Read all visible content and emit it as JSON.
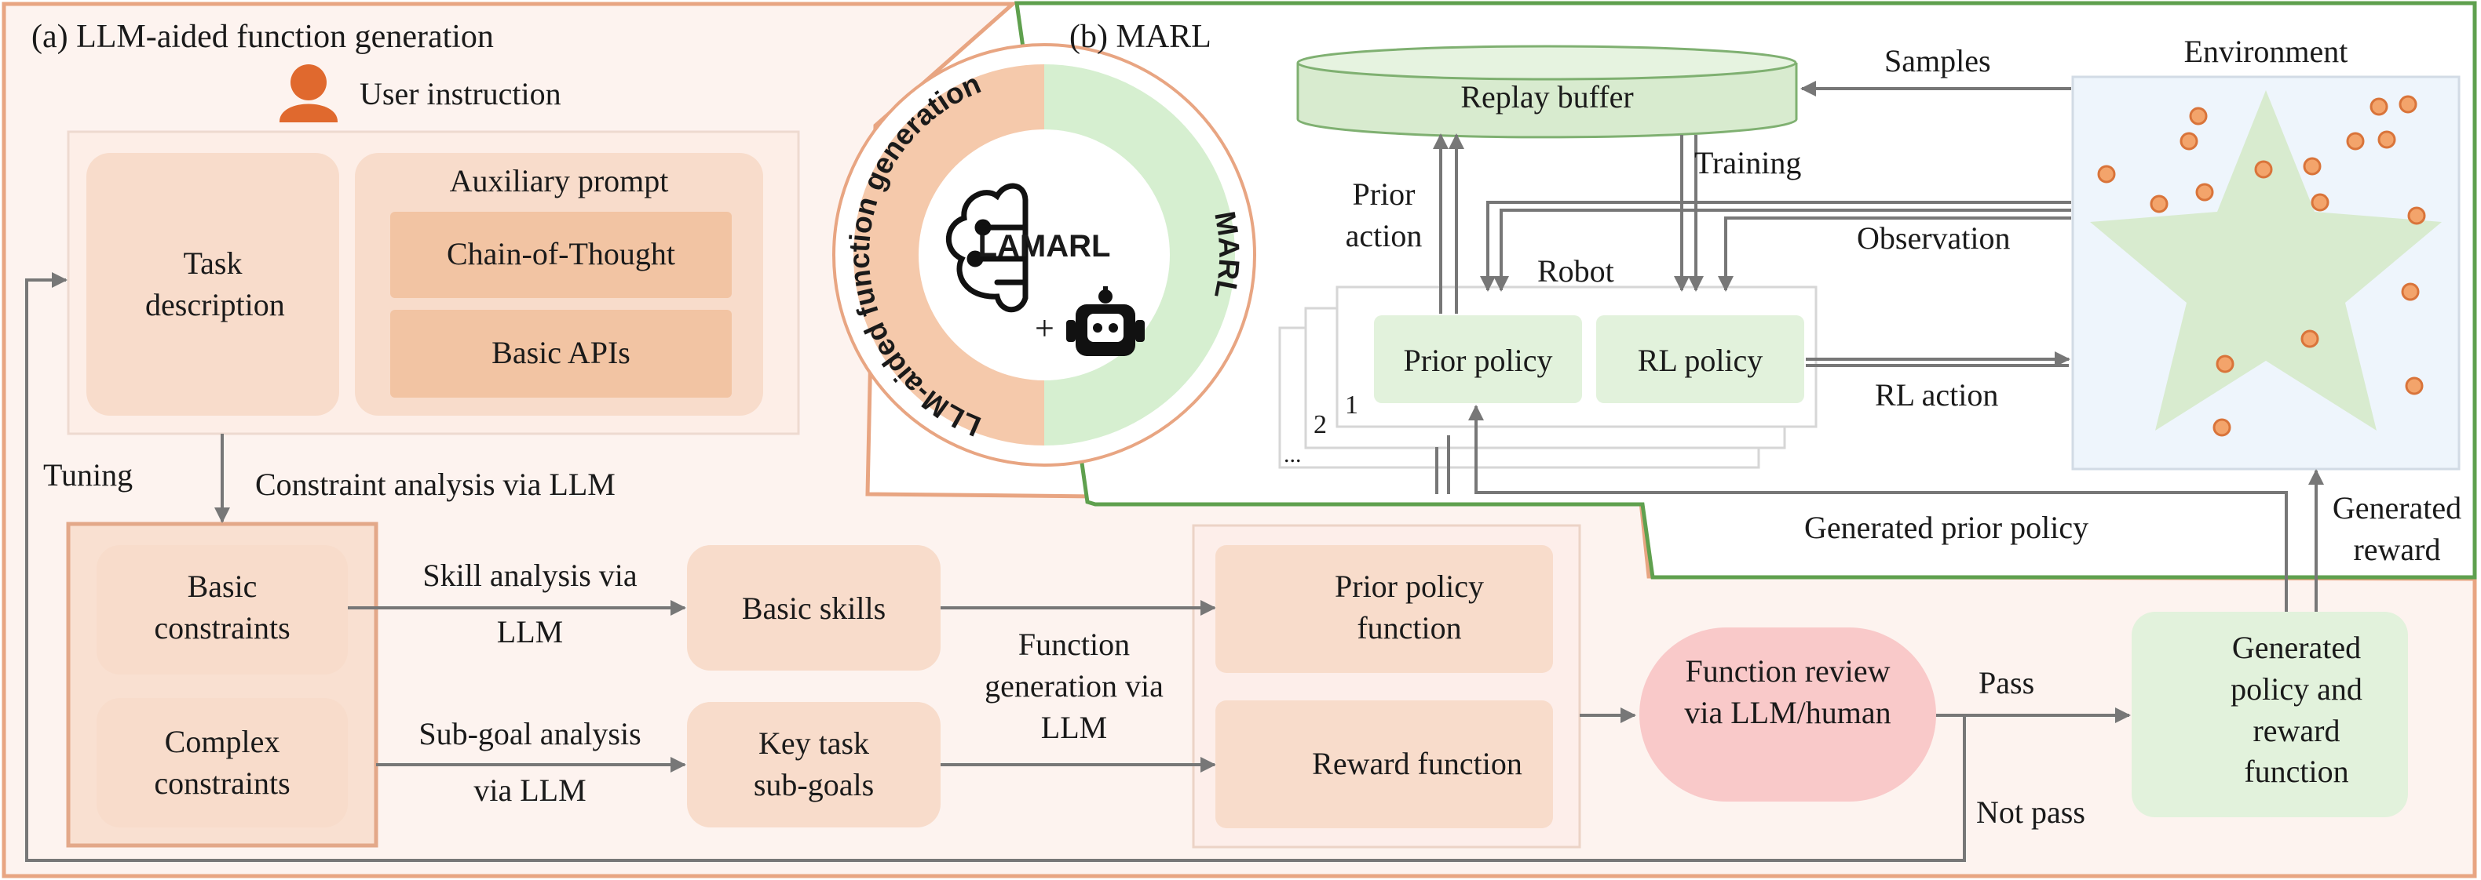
{
  "panel_a": {
    "title": "(a) LLM-aided function generation",
    "user_instruction": "User instruction",
    "task_description": "Task description",
    "auxiliary_prompt": "Auxiliary prompt",
    "chain_of_thought": "Chain-of-Thought",
    "basic_apis": "Basic APIs",
    "tuning": "Tuning",
    "constraint_analysis": "Constraint analysis via LLM",
    "basic_constraints": "Basic constraints",
    "complex_constraints": "Complex constraints",
    "skill_analysis_1": "Skill analysis via",
    "skill_analysis_2": "LLM",
    "subgoal_analysis_1": "Sub-goal analysis",
    "subgoal_analysis_2": "via LLM",
    "basic_skills": "Basic skills",
    "key_task_subgoals": "Key task sub-goals",
    "function_generation": "Function generation via LLM",
    "prior_policy_function": "Prior policy function",
    "reward_function": "Reward function",
    "function_review": "Function review via LLM/human",
    "pass": "Pass",
    "not_pass": "Not pass",
    "generated_policy_reward": "Generated policy and reward function"
  },
  "panel_b": {
    "title": "(b) MARL",
    "replay_buffer": "Replay buffer",
    "samples": "Samples",
    "environment": "Environment",
    "training": "Training",
    "prior_action": "Prior action",
    "observation": "Observation",
    "robot": "Robot",
    "prior_policy": "Prior policy",
    "rl_policy": "RL policy",
    "rl_action": "RL action",
    "stack_1": "1",
    "stack_2": "2",
    "stack_more": "...",
    "generated_prior_policy": "Generated prior policy",
    "generated_reward": "Generated reward"
  },
  "badge": {
    "center_title": "LAMARL",
    "left_arc": "LLM-aided function generation",
    "right_arc": "MARL",
    "plus": "+"
  },
  "colors": {
    "panel_a_bg": "#fdf3ef",
    "panel_a_border": "#e8a582",
    "panel_b_border": "#5fa04e",
    "peach": "#f8dccb",
    "peach_dark": "#f2c4a3",
    "green_light": "#e2f2dc",
    "review_pink": "#f9c9c9",
    "arrow_gray": "#777777",
    "file_orange": "#f08232"
  }
}
